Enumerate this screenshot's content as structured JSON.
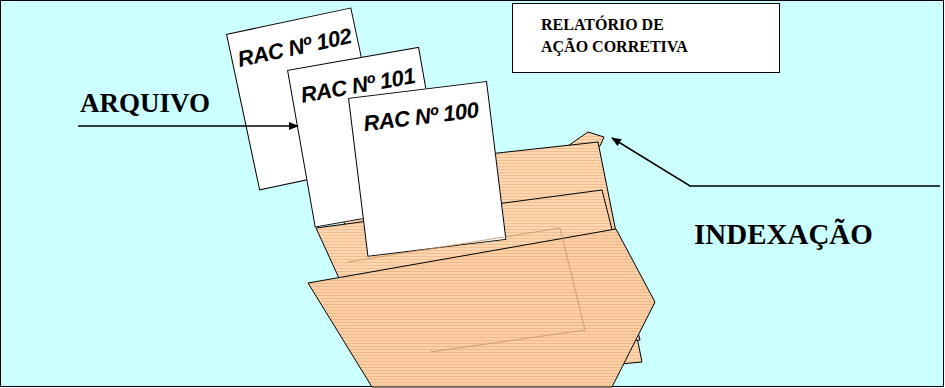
{
  "diagram": {
    "nodes": [
      {
        "text": [
          "RAC Nº 102"
        ]
      },
      {
        "text": [
          "RAC Nº 101"
        ]
      },
      {
        "text": [
          "RAC Nº 100"
        ]
      },
      {
        "text": [
          "RELATÓRIO DE AÇÃO CORRETIVA"
        ]
      }
    ],
    "labels": [
      "ARQUIVO",
      "INDEXAÇÃO"
    ]
  }
}
